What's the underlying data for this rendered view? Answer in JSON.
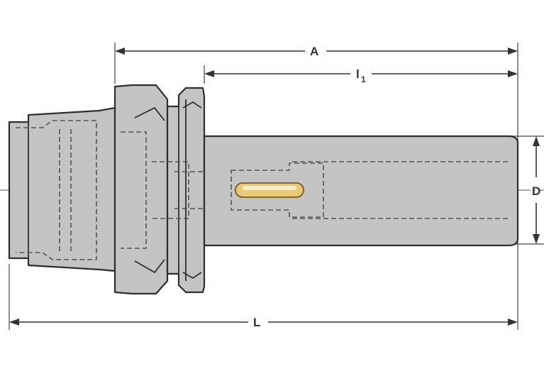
{
  "dimensions": {
    "A": "A",
    "l1_main": "l",
    "l1_sub": "1",
    "D": "D",
    "L": "L"
  },
  "colors": {
    "body": "#c4c4c4",
    "outline": "#2e2e2e",
    "slot_highlight": "#e8c97a"
  }
}
